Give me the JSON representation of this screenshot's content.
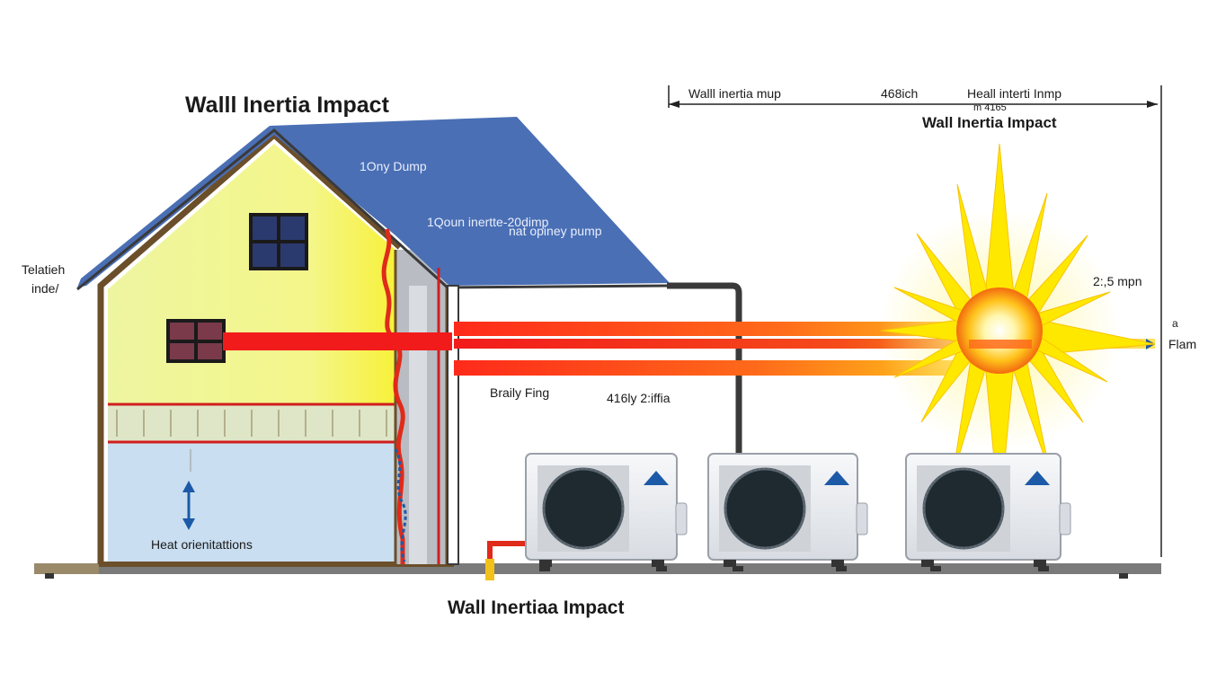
{
  "titles": {
    "main": "Walll Inertia Impact",
    "bottom": "Wall Inertiaa Impact",
    "top_right": "Wall Inertia Impact"
  },
  "dimension_bar": {
    "left_label": "Walll inertia mup",
    "middle_label": "468ich",
    "right_label": "Heall interti Inmp",
    "sub_label": "m 4165"
  },
  "labels": {
    "roof_upper": "1Ony Dump",
    "roof_lower_1": "1Qoun inertte-20dimp",
    "roof_lower_2": "nat opiney pump",
    "left_side_1": "Telatieh",
    "left_side_2": "inde/",
    "heat_orientations": "Heat orienitattions",
    "braily_fing": "Braily Fing",
    "ratio": "416ly 2:iffia",
    "sun_rate": "2:,5 mpn",
    "flam": "Flam",
    "flam_symbol": "a"
  },
  "colors": {
    "roof": "#4a6fb5",
    "upper_floor": "#f2f59a",
    "lower_floor": "#c9def0",
    "wall": "#6b4f2a",
    "heat_ray": "#f21b1b",
    "sun_core": "#ffd21f",
    "sun_rays": "#ffe800",
    "pipe": "#3a3a3a",
    "arrow_blue": "#1c5aa8"
  },
  "icons": {
    "sun": "sun-icon",
    "window": "window-icon",
    "heat_pump": "heat-pump-unit-icon",
    "arrow": "double-arrow-icon"
  }
}
